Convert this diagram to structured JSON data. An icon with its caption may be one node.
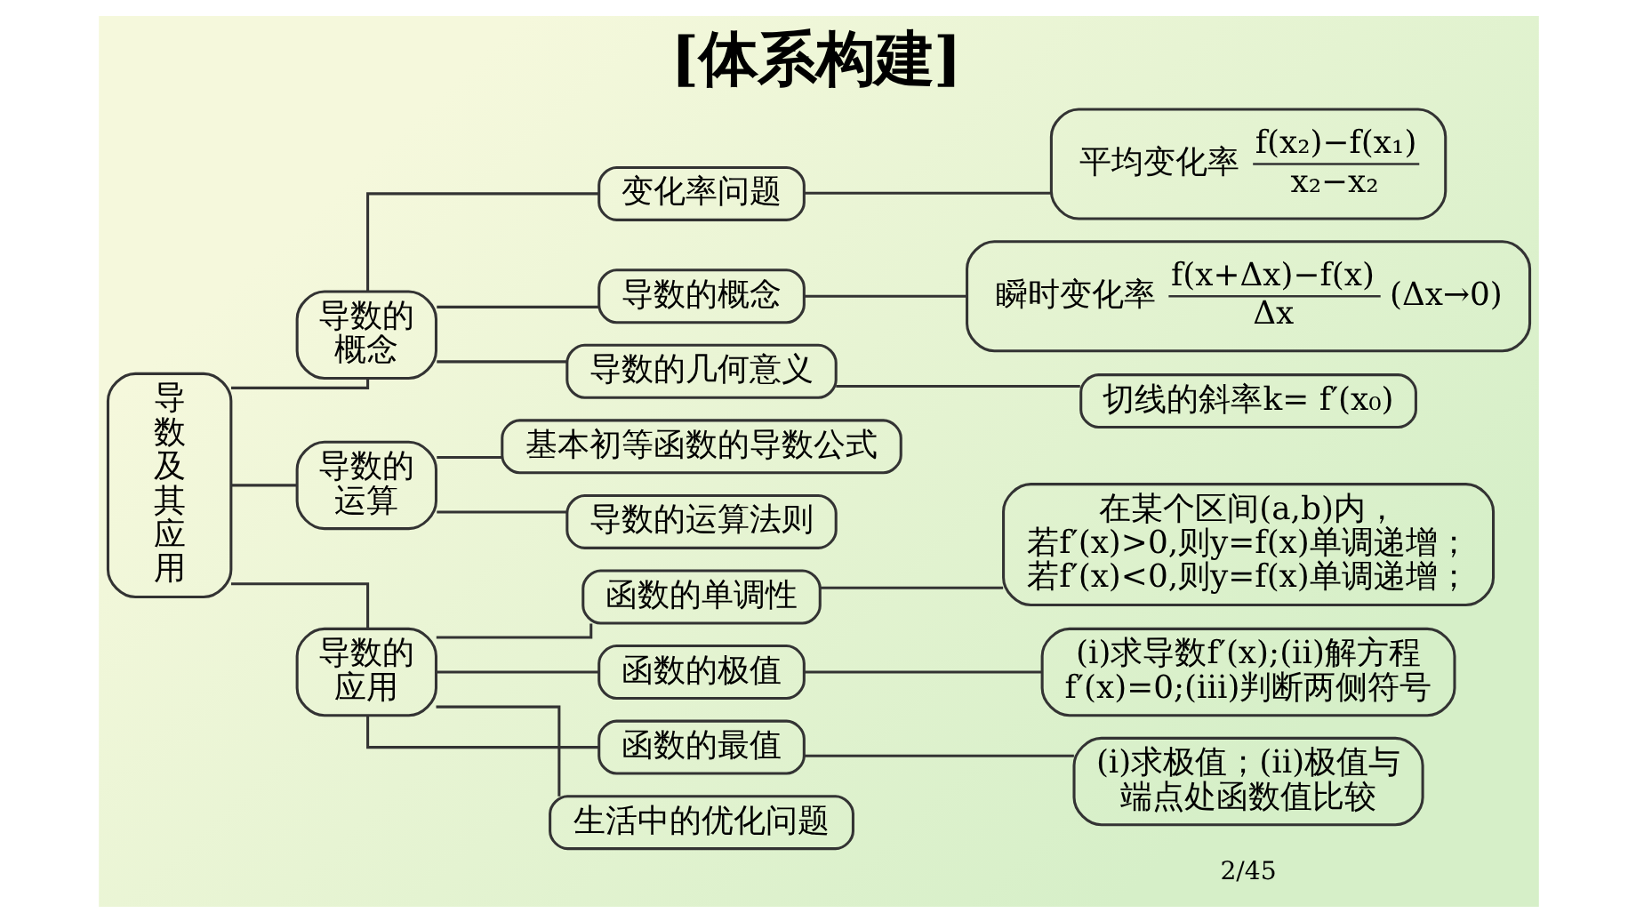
{
  "diagram": {
    "title": "[体系构建]",
    "nodes": [
      {
        "text": [
          "导数及其应用"
        ]
      },
      {
        "text": [
          "导数的概念"
        ]
      },
      {
        "text": [
          "变化率问题"
        ]
      },
      {
        "text": [
          "平均变化率",
          "f(x₂)−f(x₁)",
          "x₂−x₂"
        ]
      },
      {
        "text": [
          "导数的概念"
        ]
      },
      {
        "text": [
          "瞬时变化率",
          "f(x+Δx)−f(x)",
          "Δx",
          "(Δx→0)"
        ]
      },
      {
        "text": [
          "导数的几何意义"
        ]
      },
      {
        "text": [
          "切线的斜率k= f′(x₀)"
        ]
      },
      {
        "text": [
          "导数的运算"
        ]
      },
      {
        "text": [
          "基本初等函数的导数公式"
        ]
      },
      {
        "text": [
          "导数的运算法则"
        ]
      },
      {
        "text": [
          "导数的应用"
        ]
      },
      {
        "text": [
          "函数的单调性"
        ]
      },
      {
        "text": [
          "在某个区间(a,b)内，",
          "若f′(x)>0,则y=f(x)单调递增；",
          "若f′(x)<0,则y=f(x)单调递增；"
        ]
      },
      {
        "text": [
          "函数的极值"
        ]
      },
      {
        "text": [
          "(i)求导数f′(x);(ii)解方程f′(x)=0;(iii)判断两侧符号"
        ]
      },
      {
        "text": [
          "函数的最值"
        ]
      },
      {
        "text": [
          "(i)求极值；(ii)极值与端点处函数值比较"
        ]
      },
      {
        "text": [
          "生活中的优化问题"
        ]
      }
    ],
    "edges": [
      {
        "from": 0,
        "to": 1,
        "arrow": "none"
      },
      {
        "from": 0,
        "to": 8,
        "arrow": "none"
      },
      {
        "from": 0,
        "to": 11,
        "arrow": "none"
      },
      {
        "from": 1,
        "to": 2,
        "arrow": "none"
      },
      {
        "from": 1,
        "to": 4,
        "arrow": "none"
      },
      {
        "from": 1,
        "to": 6,
        "arrow": "none"
      },
      {
        "from": 2,
        "to": 3,
        "arrow": "none"
      },
      {
        "from": 4,
        "to": 5,
        "arrow": "none"
      },
      {
        "from": 6,
        "to": 7,
        "arrow": "none"
      },
      {
        "from": 8,
        "to": 9,
        "arrow": "none"
      },
      {
        "from": 8,
        "to": 10,
        "arrow": "none"
      },
      {
        "from": 11,
        "to": 12,
        "arrow": "none"
      },
      {
        "from": 11,
        "to": 14,
        "arrow": "none"
      },
      {
        "from": 11,
        "to": 16,
        "arrow": "none"
      },
      {
        "from": 11,
        "to": 18,
        "arrow": "none"
      },
      {
        "from": 12,
        "to": 13,
        "arrow": "none"
      },
      {
        "from": 14,
        "to": 15,
        "arrow": "none"
      },
      {
        "from": 16,
        "to": 17,
        "arrow": "none"
      }
    ],
    "labels": [
      "2/45"
    ]
  }
}
